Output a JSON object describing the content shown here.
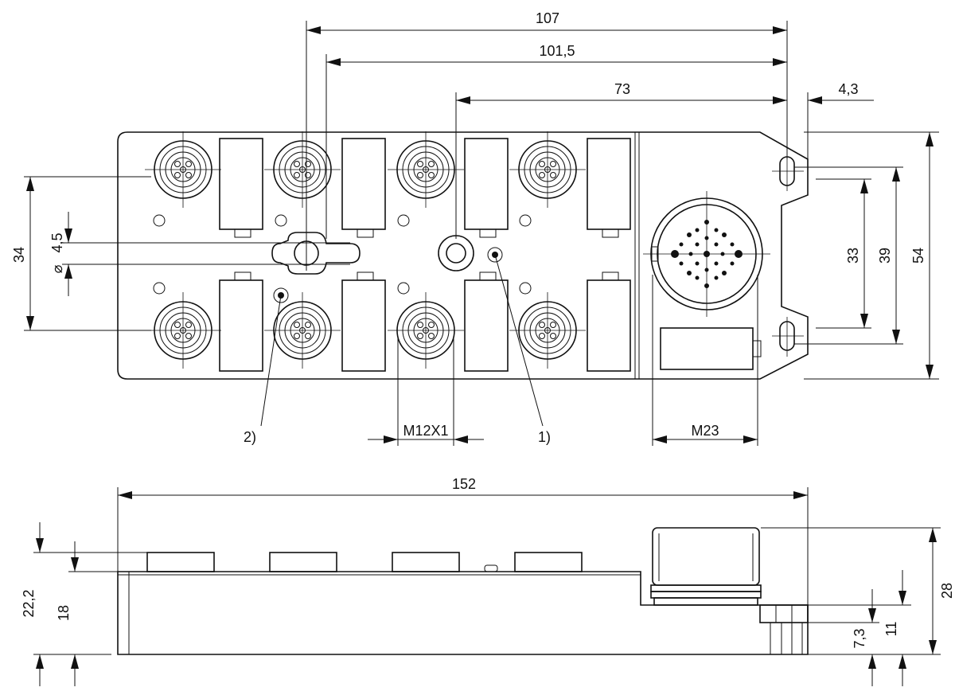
{
  "dimensions": {
    "d107": "107",
    "d101_5": "101,5",
    "d73": "73",
    "d4_3": "4,3",
    "d54": "54",
    "d39": "39",
    "d33": "33",
    "d34": "34",
    "d_hole": "4,5",
    "d_m12": "M12X1",
    "d_m23": "M23",
    "d152": "152",
    "d22_2": "22,2",
    "d18": "18",
    "d28": "28",
    "d11": "11",
    "d7_3": "7,3"
  },
  "diameter_symbol": "⌀",
  "callouts": {
    "c1": "1)",
    "c2": "2)"
  }
}
